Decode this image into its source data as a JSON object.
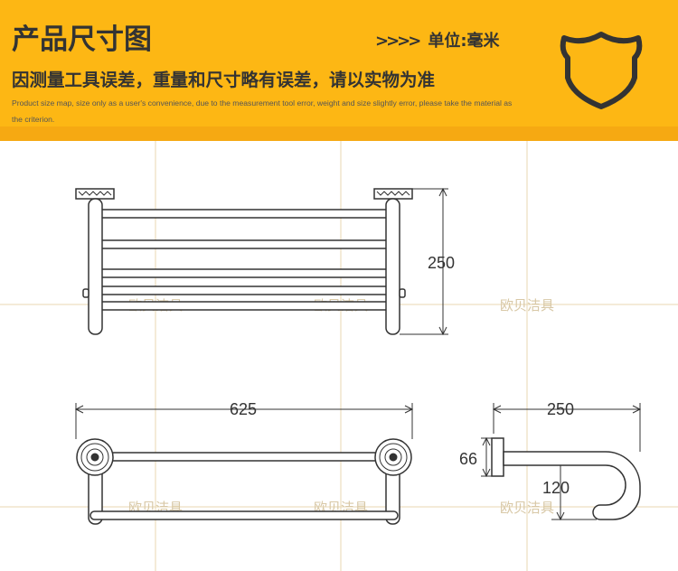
{
  "header": {
    "title": "产品尺寸图",
    "unit_arrows": ">>>>",
    "unit_label": "单位:毫米",
    "subtitle": "因测量工具误差，重量和尺寸略有误差，请以实物为准",
    "note": "Product size map, size only as a user's convenience, due to the measurement tool error, weight and size slightly error, please take the material as the criterion.",
    "shield_icon": "shield-outline-icon"
  },
  "watermark": "欧贝洁具",
  "dimensions": {
    "front_height": "250",
    "top_width": "625",
    "side_depth": "250",
    "side_base_height": "66",
    "side_drop": "120"
  },
  "colors": {
    "header_bg": "#fdb714",
    "divider_bg": "#f6a912",
    "grid": "#e9d7b0",
    "line": "#333333",
    "watermark": "#d8c8a6"
  }
}
